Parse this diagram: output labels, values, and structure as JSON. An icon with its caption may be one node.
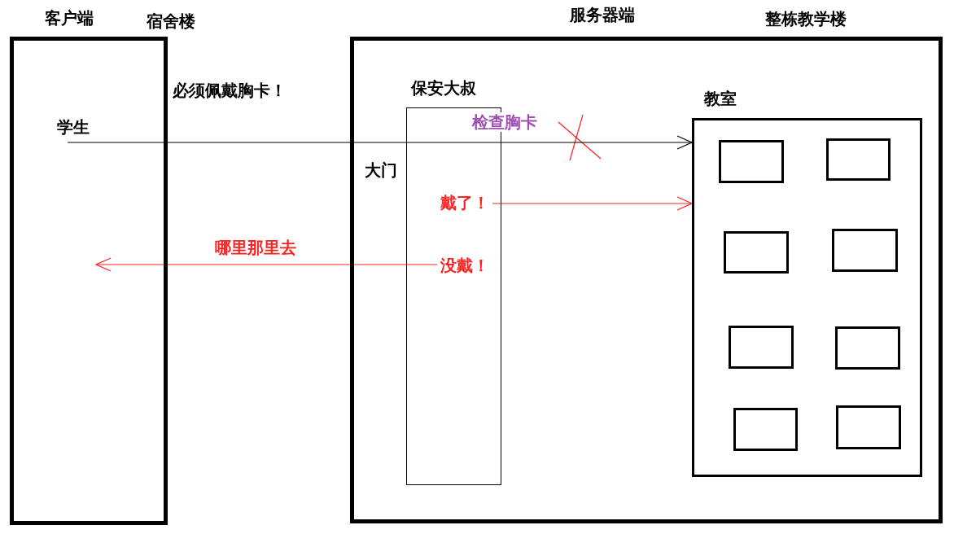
{
  "diagram": {
    "nodes": [
      {
        "text": [
          "客户端",
          "宿舍楼"
        ]
      },
      {
        "text": [
          "学生"
        ],
        "in": 0
      },
      {
        "text": [
          "服务器端",
          "整栋教学楼"
        ]
      },
      {
        "text": [
          "保安大叔",
          "大门"
        ],
        "in": 2
      },
      {
        "text": [
          "戴了！"
        ],
        "in": 3
      },
      {
        "text": [
          "没戴！"
        ],
        "in": 3
      },
      {
        "text": [
          "教室"
        ],
        "in": 2
      },
      {
        "text": [],
        "shape": "box",
        "in": 6
      },
      {
        "text": [],
        "shape": "box",
        "in": 6
      },
      {
        "text": [],
        "shape": "box",
        "in": 6
      },
      {
        "text": [],
        "shape": "box",
        "in": 6
      },
      {
        "text": [],
        "shape": "box",
        "in": 6
      },
      {
        "text": [],
        "shape": "box",
        "in": 6
      },
      {
        "text": [],
        "shape": "box",
        "in": 6
      },
      {
        "text": [],
        "shape": "box",
        "in": 6
      }
    ],
    "edges": [
      {
        "from": 1,
        "to": 6,
        "arrow": "to",
        "label": "检查胸卡",
        "color": "#000000"
      },
      {
        "from": 4,
        "to": 6,
        "arrow": "to"
      },
      {
        "from": 5,
        "to": null,
        "arrow": "to",
        "label": "哪里那里去"
      }
    ],
    "labels": [
      "必须佩戴胸卡！"
    ]
  }
}
